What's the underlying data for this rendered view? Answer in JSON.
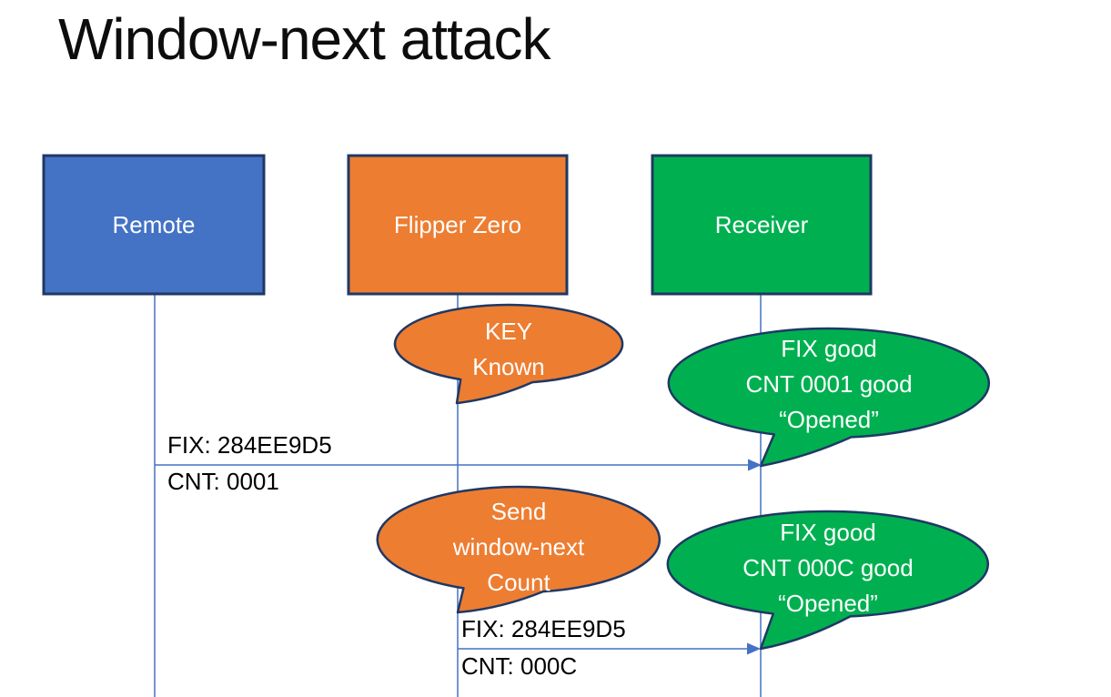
{
  "slide_title": "Window-next attack",
  "colors": {
    "remote_fill": "#4472C4",
    "flipper_fill": "#ED7D31",
    "receiver_fill": "#00B050",
    "shape_outline": "#1F3864",
    "connector_blue": "#4472C4",
    "bubble_text": "#FFFFFF",
    "message_text": "#000000"
  },
  "actors": [
    {
      "label": "Remote",
      "color": "#4472C4"
    },
    {
      "label": "Flipper Zero",
      "color": "#ED7D31"
    },
    {
      "label": "Receiver",
      "color": "#00B050"
    }
  ],
  "callouts": [
    {
      "name": "key-known",
      "color": "#ED7D31",
      "text": "KEY\nKnown"
    },
    {
      "name": "opened-first",
      "color": "#00B050",
      "text": "FIX good\nCNT 0001 good\n“Opened”"
    },
    {
      "name": "send-window-next",
      "color": "#ED7D31",
      "text": "Send\nwindow-next\nCount"
    },
    {
      "name": "opened-second",
      "color": "#00B050",
      "text": "FIX good\nCNT 000C good\n“Opened”"
    }
  ],
  "messages": [
    {
      "from": "Remote",
      "to": "Receiver",
      "line1": "FIX: 284EE9D5",
      "line2": "CNT: 0001"
    },
    {
      "from": "Flipper Zero",
      "to": "Receiver",
      "line1": "FIX: 284EE9D5",
      "line2": "CNT: 000C"
    }
  ]
}
